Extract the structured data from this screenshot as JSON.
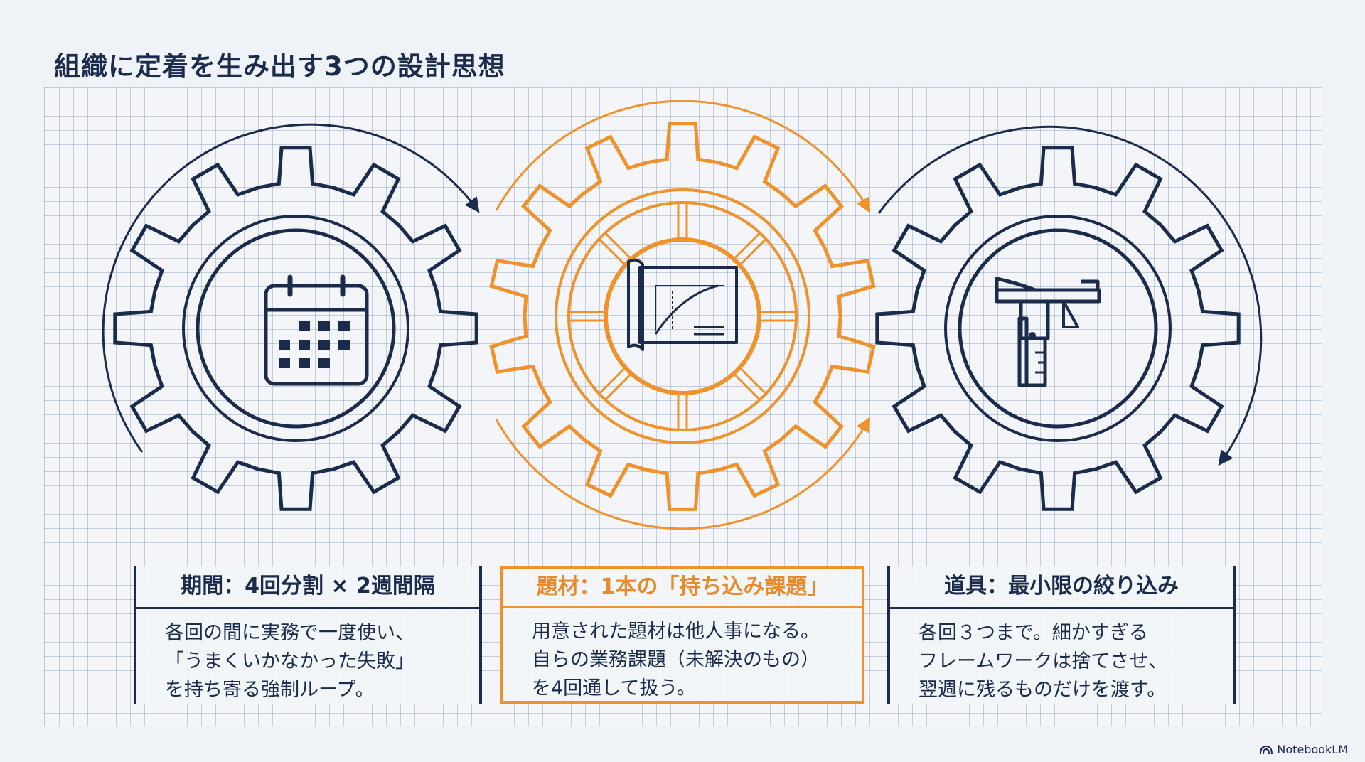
{
  "title": "組織に定着を生み出す3つの設計思想",
  "colors": {
    "navy": "#1a2b4c",
    "orange": "#f0922b",
    "background": "#eff2f6"
  },
  "gears": [
    {
      "icon": "calendar-icon",
      "color": "#1a2b4c"
    },
    {
      "icon": "blueprint-icon",
      "color": "#f0922b"
    },
    {
      "icon": "caliper-icon",
      "color": "#1a2b4c"
    }
  ],
  "cards": [
    {
      "title": "期間：4回分割 × 2週間隔",
      "lines": [
        "各回の間に実務で一度使い、",
        "「うまくいかなかった失敗」",
        "を持ち寄る強制ループ。"
      ]
    },
    {
      "title": "題材：1本の「持ち込み課題」",
      "lines": [
        "用意された題材は他人事になる。",
        "自らの業務課題（未解決のもの）",
        "を4回通して扱う。"
      ]
    },
    {
      "title": "道具：最小限の絞り込み",
      "lines": [
        "各回３つまで。細かすぎる",
        "フレームワークは捨てさせ、",
        "翌週に残るものだけを渡す。"
      ]
    }
  ],
  "brand": "NotebookLM"
}
